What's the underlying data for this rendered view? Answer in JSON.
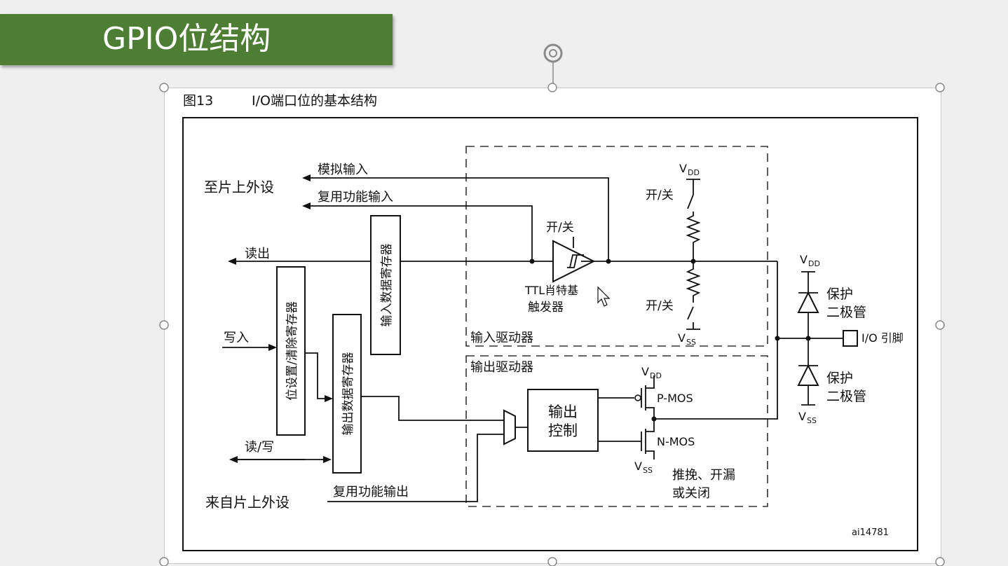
{
  "slide": {
    "title": "GPIO位结构"
  },
  "figure": {
    "number": "图13",
    "caption": "I/O端口位的基本结构",
    "code": "ai14781"
  },
  "labels": {
    "to_peripheral": "至片上外设",
    "analog_input": "模拟输入",
    "alt_func_input": "复用功能输入",
    "read_out": "读出",
    "write_in": "写入",
    "read_write": "读/写",
    "from_peripheral": "来自片上外设",
    "alt_func_output": "复用功能输出",
    "input_data_reg": "输入数据寄存器",
    "bit_set_reset_reg": "位设置/清除寄存器",
    "output_data_reg": "输出数据寄存器",
    "on_off_schmitt": "开/关",
    "schmitt_line1": "TTL肖特基",
    "schmitt_line2": "触发器",
    "on_off_pullup": "开/关",
    "on_off_pulldown": "开/关",
    "input_driver": "输入驱动器",
    "output_driver": "输出驱动器",
    "output_control_line1": "输出",
    "output_control_line2": "控制",
    "pmos": "P-MOS",
    "nmos": "N-MOS",
    "mode_line1": "推挽、开漏",
    "mode_line2": "或关闭",
    "protect_upper_line1": "保护",
    "protect_upper_line2": "二极管",
    "protect_lower_line1": "保护",
    "protect_lower_line2": "二极管",
    "io_pin": "I/O 引脚",
    "v_letter": "V",
    "dd": "DD",
    "ss": "SS"
  },
  "colors": {
    "banner": "#4e7e33",
    "background": "#efefef"
  }
}
